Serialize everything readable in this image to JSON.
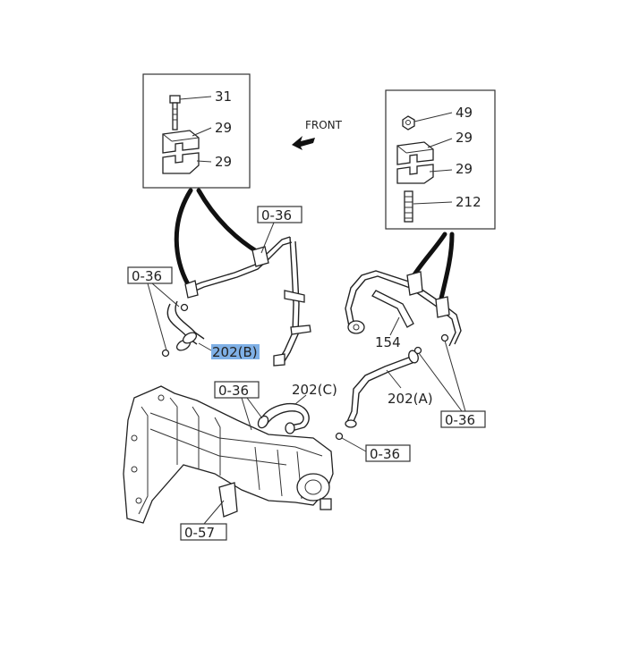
{
  "front_label": "FRONT",
  "callouts": {
    "c31": "31",
    "c29a": "29",
    "c29b": "29",
    "c49": "49",
    "c29c": "29",
    "c29d": "29",
    "c212": "212",
    "c154": "154",
    "c202a": "202(A)",
    "c202b": "202(B)",
    "c202c": "202(C)"
  },
  "refs": {
    "r036_top": "0-36",
    "r036_left": "0-36",
    "r036_mid": "0-36",
    "r036_right": "0-36",
    "r036_lower": "0-36",
    "r057": "0-57"
  },
  "colors": {
    "highlight": "#7fb0e6",
    "line": "#222222"
  }
}
